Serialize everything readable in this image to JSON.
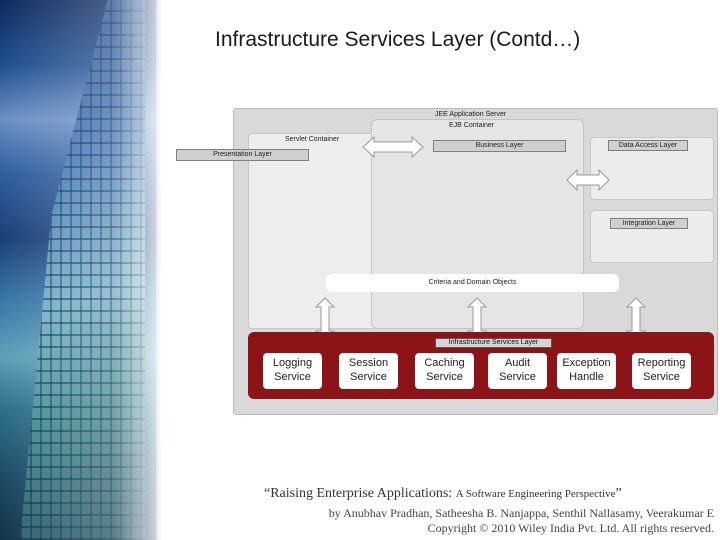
{
  "title": "Infrastructure Services Layer (Contd…)",
  "diagram": {
    "jee_application_server": "JEE Application Server",
    "ejb_container": "EJB Container",
    "servlet_container": "Servlet Container",
    "presentation_layer": "Presentation Layer",
    "business_layer": "Business Layer",
    "data_access_layer": "Data Access Layer",
    "integration_layer": "Integration Layer",
    "criteria_domain_objects": "Criteria and Domain Objects",
    "infrastructure_services_layer": "Infrastructure Services Layer",
    "services": [
      {
        "line1": "Logging",
        "line2": "Service"
      },
      {
        "line1": "Session",
        "line2": "Service"
      },
      {
        "line1": "Caching",
        "line2": "Service"
      },
      {
        "line1": "Audit",
        "line2": "Service"
      },
      {
        "line1": "Exception",
        "line2": "Handle"
      },
      {
        "line1": "Reporting",
        "line2": "Service"
      }
    ],
    "colors": {
      "infra_band": "#8c1416",
      "canvas": "#d9d9d9"
    }
  },
  "footer": {
    "book_title": "“Raising Enterprise Applications:",
    "book_subtitle": "A Software Engineering Perspective",
    "close_quote": "”",
    "authors": "by Anubhav Pradhan, Satheesha B. Nanjappa, Senthil Nallasamy, Veerakumar E",
    "copyright": "Copyright © 2010 Wiley India Pvt. Ltd. All rights reserved."
  }
}
